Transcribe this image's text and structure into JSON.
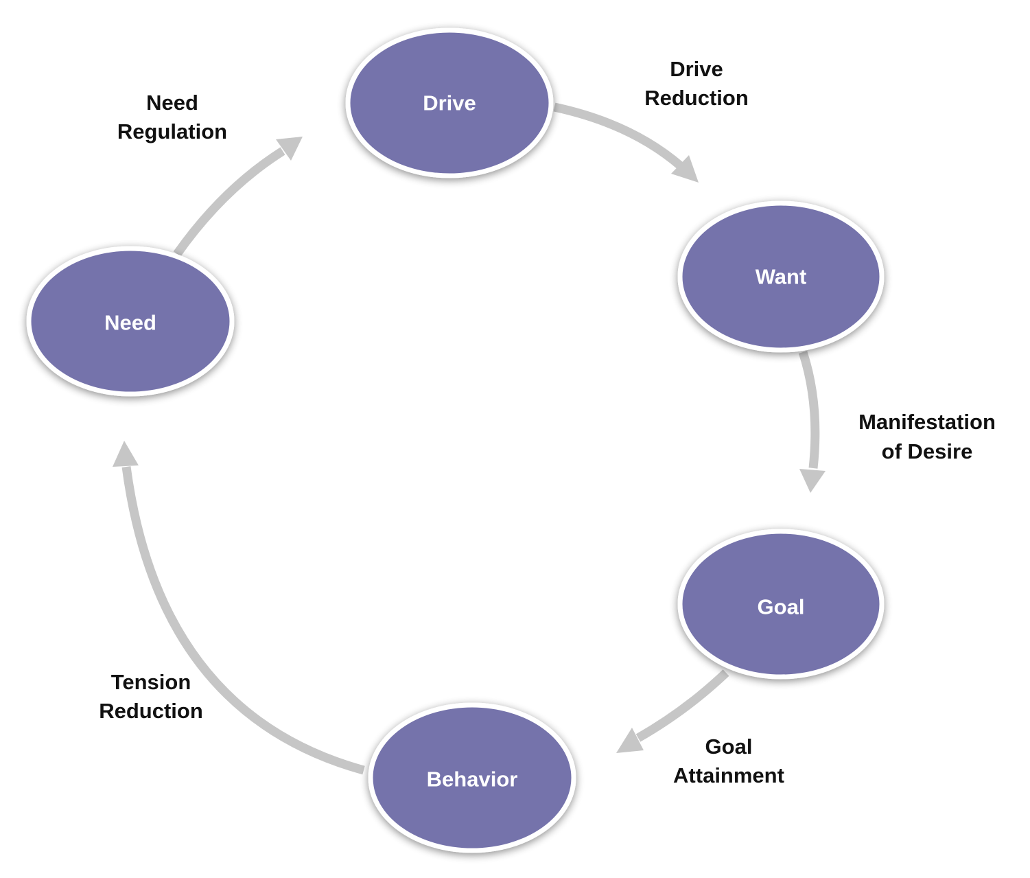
{
  "colors": {
    "node_fill": "#7573ab",
    "node_border": "#ffffff",
    "arrow": "#c6c6c6",
    "label_text": "#111111",
    "node_text": "#ffffff"
  },
  "nodes": {
    "drive": {
      "label": "Drive"
    },
    "want": {
      "label": "Want"
    },
    "goal": {
      "label": "Goal"
    },
    "behavior": {
      "label": "Behavior"
    },
    "need": {
      "label": "Need"
    }
  },
  "edges": {
    "drive_want": {
      "line1": "Drive",
      "line2": "Reduction"
    },
    "want_goal": {
      "line1": "Manifestation",
      "line2": "of Desire"
    },
    "goal_behavior": {
      "line1": "Goal",
      "line2": "Attainment"
    },
    "behavior_need": {
      "line1": "Tension",
      "line2": "Reduction"
    },
    "need_drive": {
      "line1": "Need",
      "line2": "Regulation"
    }
  }
}
